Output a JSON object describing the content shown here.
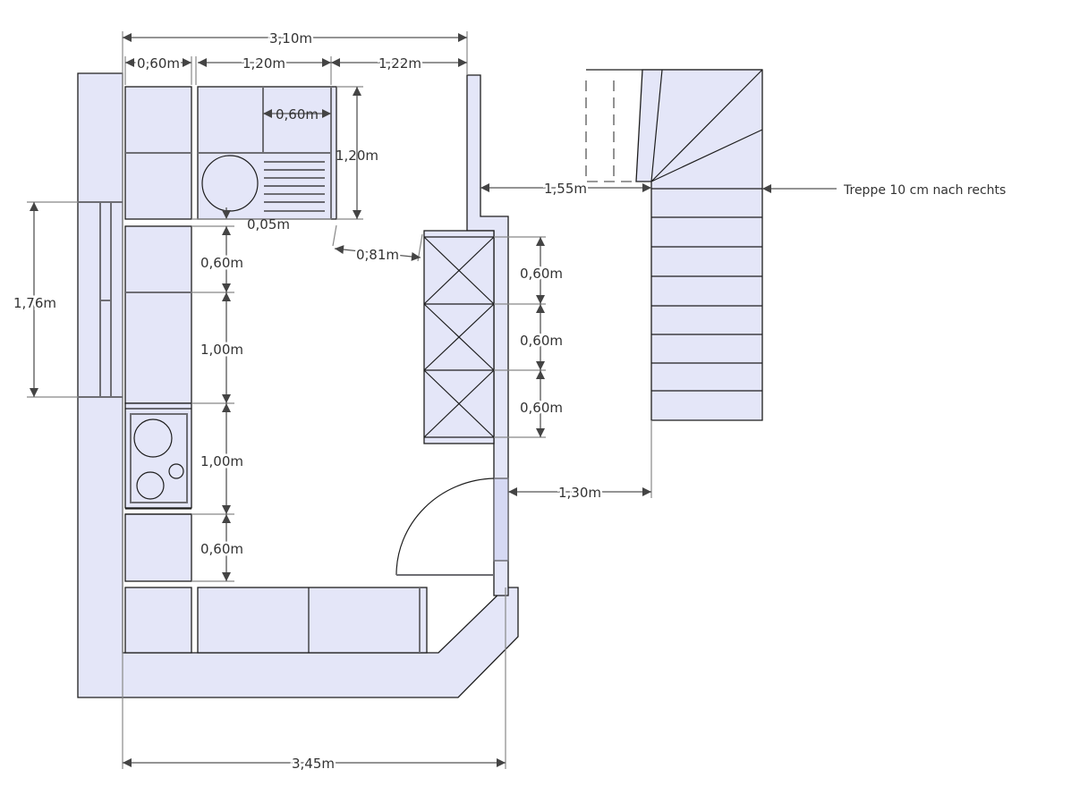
{
  "title": "Küche Grundriss",
  "colors": {
    "fill": "#e4e6f8",
    "door_fill": "#d6d9f4",
    "line": "#1e1e1e",
    "dim": "#555555"
  },
  "dimensions": {
    "total_top": "3,10m",
    "top_left": "0,60m",
    "top_mid": "1,20m",
    "top_right": "1,22m",
    "sink_inner": "0,60m",
    "sink_depth": "1,20m",
    "gap_sink": "0,05m",
    "gap_tall": "0,81m",
    "left_1": "0,60m",
    "left_2": "1,00m",
    "left_3": "1,00m",
    "left_4": "0,60m",
    "tall_1": "0,60m",
    "tall_2": "0,60m",
    "tall_3": "0,60m",
    "window": "1,76m",
    "to_stairs": "1,55m",
    "door_to_stairs": "1,30m",
    "total_bottom": "3,45m"
  },
  "annotation": "Treppe 10 cm nach rechts"
}
